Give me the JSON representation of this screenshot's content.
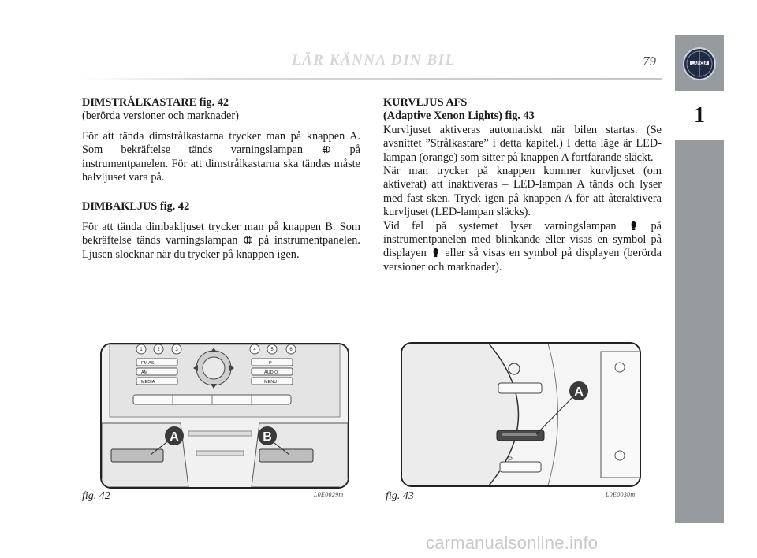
{
  "header": {
    "running_title": "LÄR KÄNNA DIN BIL",
    "page_number": "79"
  },
  "sidebar": {
    "logo_text": "LANCIA",
    "chapter": "1"
  },
  "left_column": {
    "section1": {
      "heading": "DIMSTRÅLKASTARE fig. 42",
      "subheading": "(berörda versioner och marknader)",
      "text_before_icon": "För att tända dimstrålkastarna trycker man på knappen A. Som bekräftelse tänds varningslampan",
      "text_after_icon": "på instrumentpanelen. För att dimstrålkastarna ska tändas måste halvljuset vara på."
    },
    "section2": {
      "heading": "DIMBAKLJUS fig. 42",
      "text_before_icon": "För att tända dimbakljuset trycker man på knappen B. Som bekräftelse tänds varningslampan",
      "text_after_icon": "på instrumentpanelen. Ljusen slocknar när du trycker på knappen igen."
    }
  },
  "right_column": {
    "heading_line1": "KURVLJUS AFS",
    "heading_line2": "(Adaptive Xenon Lights) fig. 43",
    "para1": "Kurvljuset aktiveras automatiskt när bilen startas. (Se avsnittet ”Strålkastare” i detta kapitel.) I detta läge är LED-lampan (orange) som sitter på knappen A fortfarande släckt.",
    "para2": "När man trycker på knappen kommer kurvljuset (om aktiverat) att inaktiveras – LED-lampan A tänds och lyser med fast sken. Tryck igen på knappen A för att återaktivera kurvljuset (LED-lampan släcks).",
    "para3_before_icon1": "Vid fel på systemet lyser varningslampan",
    "para3_between_icons": "på instrumentpanelen med blinkande eller visas en symbol på displayen",
    "para3_after_icon2": "eller så visas en symbol på displayen (berörda versioner och marknader)."
  },
  "figure42": {
    "caption": "fig. 42",
    "code": "L0E0029m",
    "callout_a": "A",
    "callout_b": "B",
    "preset_buttons": [
      "1",
      "2",
      "3",
      "4",
      "5",
      "6"
    ],
    "radio_labels": [
      "FM AS",
      "AM",
      "MEDIA",
      "P",
      "AUDIO",
      "MENU"
    ]
  },
  "figure43": {
    "caption": "fig. 43",
    "code": "L0E0030m",
    "callout_a": "A",
    "park_label": "P"
  },
  "watermark": "carmanualsonline.info"
}
